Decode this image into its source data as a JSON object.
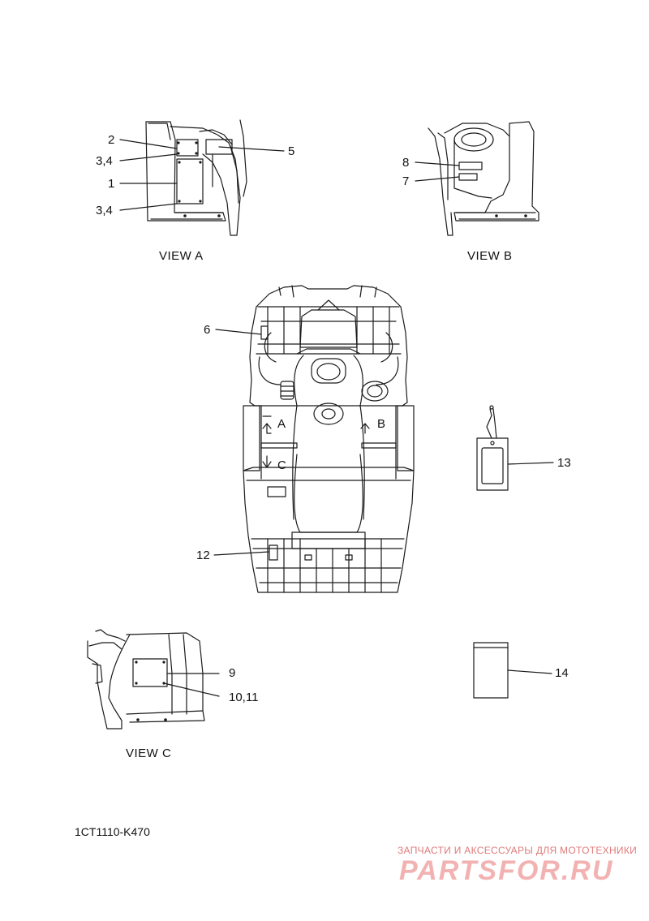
{
  "callouts": {
    "c2": "2",
    "c34a": "3,4",
    "c1": "1",
    "c34b": "3,4",
    "c5": "5",
    "c8": "8",
    "c7": "7",
    "c6": "6",
    "c13": "13",
    "c12": "12",
    "c9": "9",
    "c1011": "10,11",
    "c14": "14"
  },
  "views": {
    "a": "VIEW A",
    "b": "VIEW B",
    "c": "VIEW C"
  },
  "arrows": {
    "a": "A",
    "b": "B",
    "c": "C"
  },
  "diagram_code": "1CT1110-K470",
  "watermark": {
    "tagline": "ЗАПЧАСТИ И АКСЕССУАРЫ ДЛЯ МОТОТЕХНИКИ",
    "logo": "PARTSFOR.RU"
  }
}
